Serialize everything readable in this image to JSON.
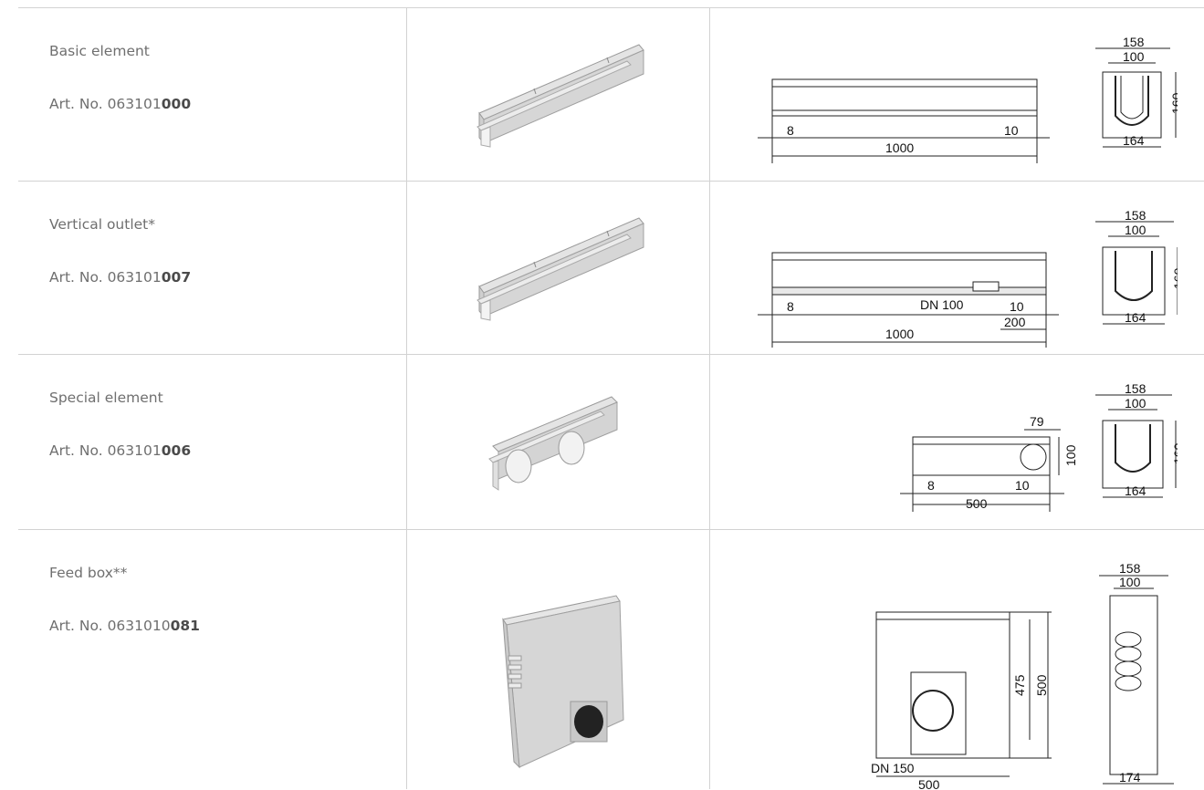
{
  "rows": [
    {
      "name": "Basic element",
      "art_prefix": "Art. No. 063101",
      "art_suffix": "000"
    },
    {
      "name": "Vertical outlet*",
      "art_prefix": "Art. No. 063101",
      "art_suffix": "007"
    },
    {
      "name": "Special element",
      "art_prefix": "Art. No. 063101",
      "art_suffix": "006"
    },
    {
      "name": "Feed box**",
      "art_prefix": "Art. No. 0631010",
      "art_suffix": "081"
    }
  ],
  "dims": {
    "r1": {
      "a": "8",
      "b": "1000",
      "c": "10",
      "w1": "158",
      "w2": "100",
      "h": "160",
      "w3": "164"
    },
    "r2": {
      "a": "8",
      "b": "1000",
      "c": "10",
      "d": "200",
      "dn": "DN 100",
      "w1": "158",
      "w2": "100",
      "h": "160",
      "w3": "164"
    },
    "r3": {
      "a": "8",
      "b": "500",
      "c": "10",
      "e": "79",
      "f": "100",
      "w1": "158",
      "w2": "100",
      "h": "160",
      "w3": "164"
    },
    "r4": {
      "h1": "475",
      "h2": "500",
      "b": "500",
      "dn": "DN 150",
      "w1": "158",
      "w2": "100",
      "w3": "174"
    }
  }
}
